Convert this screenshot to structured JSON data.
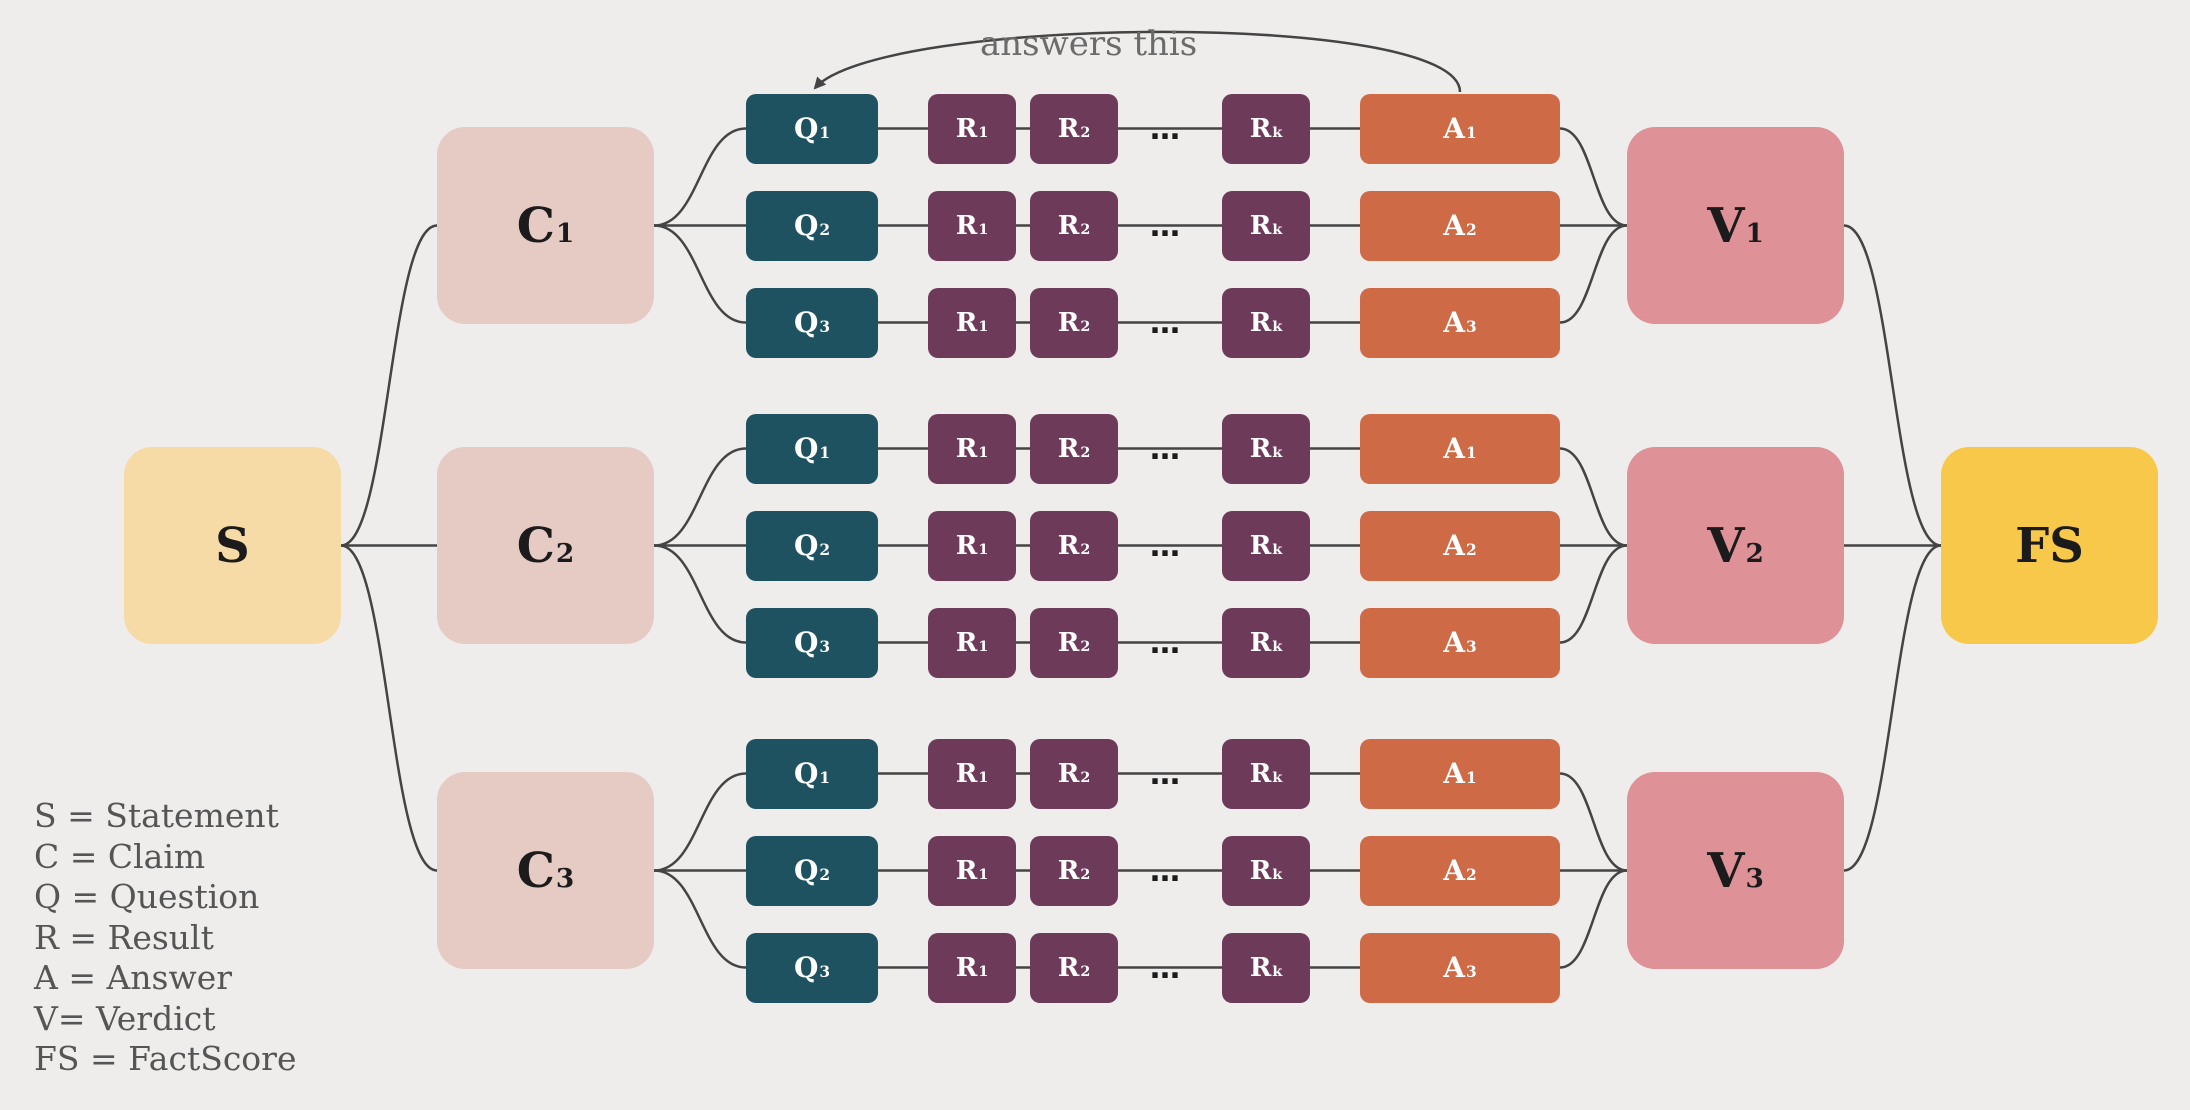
{
  "colors": {
    "statement": "#f6dba7",
    "claim": "#e6cac4",
    "question": "#1f5260",
    "result": "#6e3a59",
    "answer": "#ce6a45",
    "verdict": "#de9196",
    "factscore": "#f8c84a",
    "line": "#444444"
  },
  "nodes": {
    "statement": {
      "main": "S",
      "sub": ""
    },
    "claims": [
      {
        "main": "C",
        "sub": "1"
      },
      {
        "main": "C",
        "sub": "2"
      },
      {
        "main": "C",
        "sub": "3"
      }
    ],
    "verdicts": [
      {
        "main": "V",
        "sub": "1"
      },
      {
        "main": "V",
        "sub": "2"
      },
      {
        "main": "V",
        "sub": "3"
      }
    ],
    "factscore": {
      "main": "FS",
      "sub": ""
    },
    "questions": [
      {
        "main": "Q",
        "sub": "1"
      },
      {
        "main": "Q",
        "sub": "2"
      },
      {
        "main": "Q",
        "sub": "3"
      }
    ],
    "results": [
      {
        "main": "R",
        "sub": "1"
      },
      {
        "main": "R",
        "sub": "2"
      },
      {
        "main": "R",
        "sub": "k"
      }
    ],
    "answers": [
      {
        "main": "A",
        "sub": "1"
      },
      {
        "main": "A",
        "sub": "2"
      },
      {
        "main": "A",
        "sub": "3"
      }
    ],
    "ellipsis": "…"
  },
  "edge_label": "answers this",
  "legend": [
    "S = Statement",
    "C = Claim",
    "Q = Question",
    "R = Result",
    "A = Answer",
    "V= Verdict",
    "FS = FactScore"
  ]
}
